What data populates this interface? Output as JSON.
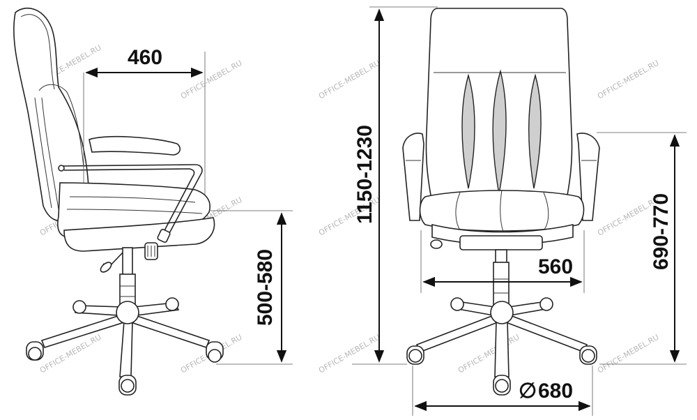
{
  "dimensions": {
    "depth": "460",
    "seat_height": "500-580",
    "total_height": "1150-1230",
    "armrest_height": "690-770",
    "width": "560",
    "base_diameter": "680",
    "diameter_symbol": "∅"
  },
  "watermark": "OFFICE-MEBEL.RU"
}
